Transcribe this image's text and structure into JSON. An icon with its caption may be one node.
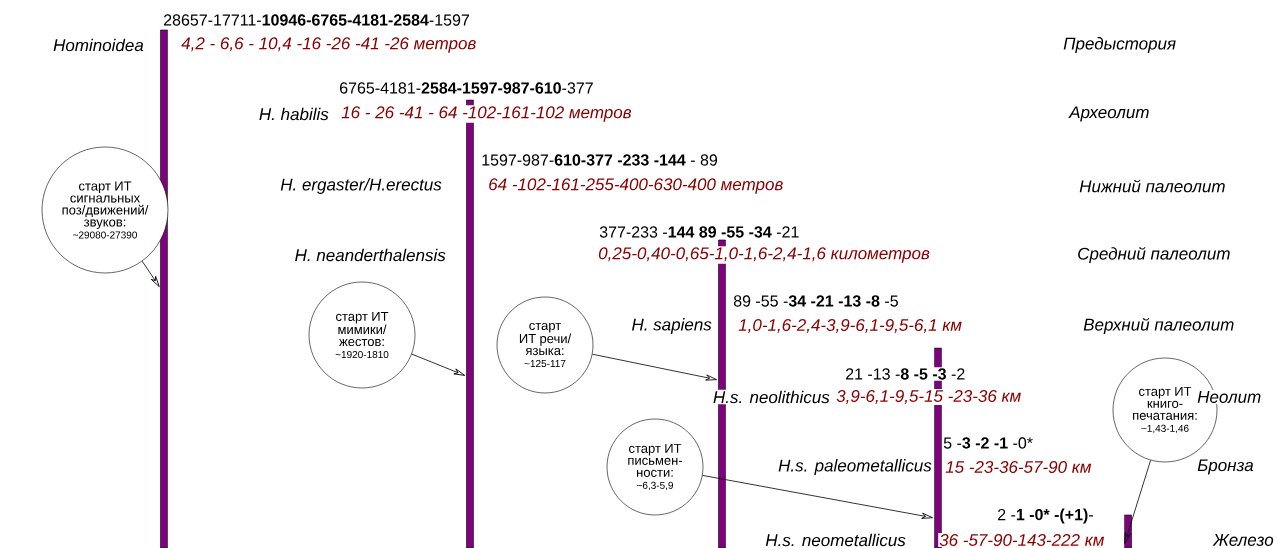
{
  "diagram": {
    "nodes": [
      {
        "text": [],
        "shape": "bar"
      },
      {
        "text": [],
        "shape": "bar"
      },
      {
        "text": [],
        "shape": "bar"
      },
      {
        "text": [],
        "shape": "bar"
      },
      {
        "text": [],
        "shape": "bar"
      },
      {
        "text": [
          "старт ИТ сигнальных поз/движений/ звуков:",
          "~29080-27390"
        ]
      },
      {
        "text": [
          "старт ИТ мимики/ жестов:",
          "~1920-1810"
        ]
      },
      {
        "text": [
          "старт ИТ речи/ языка:",
          "~125-117"
        ]
      },
      {
        "text": [
          "старт ИТ письмен- ности:",
          "~6,3-5,9"
        ]
      },
      {
        "text": [
          "старт ИТ книго- печатания:",
          "~1,43-1,46"
        ]
      }
    ],
    "edges": [
      {
        "from": 5,
        "to": 0,
        "arrow": "to"
      },
      {
        "from": 6,
        "to": 1,
        "arrow": "to"
      },
      {
        "from": 7,
        "to": 2,
        "arrow": "to"
      },
      {
        "from": 8,
        "to": 3,
        "arrow": "to"
      },
      {
        "from": 9,
        "to": 4,
        "arrow": "to"
      }
    ],
    "labels": [
      "28657-17711-**10946-6765-4181-2584**-1597",
      "Hominoidea",
      "4,2 - 6,6 - 10,4 -16 -26 -41 -26 метров",
      "Предыстория",
      "6765-4181-**2584-1597-987-610**-377",
      "H. habilis",
      "16 - 26 -41 - 64 -102-161-102 метров",
      "Археолит",
      "1597-987-**610-377 -233 -144** - 89",
      "H. ergaster/H.erectus",
      "64 -102-161-255-400-630-400 метров",
      "Нижний палеолит",
      "377-233 -**144 89 -55 -34** -21",
      "H. neanderthalensis",
      "0,25-0,40-0,65-1,0-1,6-2,4-1,6 километров",
      "Средний палеолит",
      "89 -55 -**34 -21 -13 -8** -5",
      "H. sapiens",
      "1,0-1,6-2,4-3,9-6,1-9,5-6,1 км",
      "Верхний палеолит",
      "21 -13 -**8 -5 -3** -2",
      "H.s. neolithicus",
      "3,9-6,1-9,5-15 -23-36 км",
      "Неолит",
      "5 -**3 -2 -1** -0*",
      "H.s. paleometallicus",
      "15 -23-36-57-90 км",
      "Бронза",
      "2 -**1 -0* -(+1)**-",
      "H.s. neometallicus",
      "36 -57-90-143-222 км",
      "Железо"
    ]
  }
}
